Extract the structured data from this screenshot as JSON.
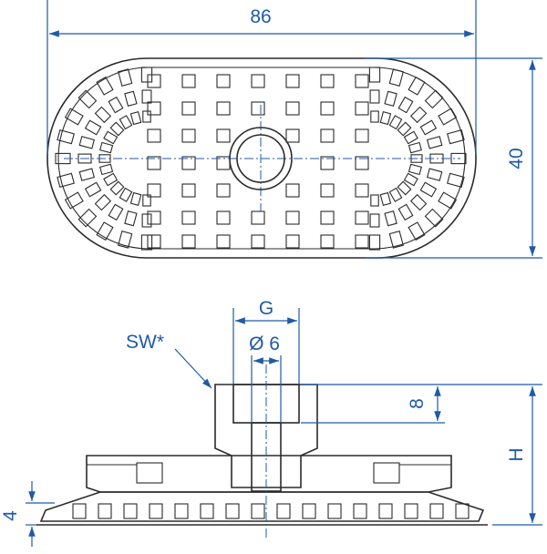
{
  "colors": {
    "dimension": "#1f5aa6",
    "outline": "#2b2b2b",
    "background": "#ffffff"
  },
  "labels": {
    "length": "86",
    "width": "40",
    "thread": "G",
    "bore": "Ø 6",
    "wrench": "SW*",
    "thread_depth": "8",
    "height": "H",
    "lip": "4"
  }
}
